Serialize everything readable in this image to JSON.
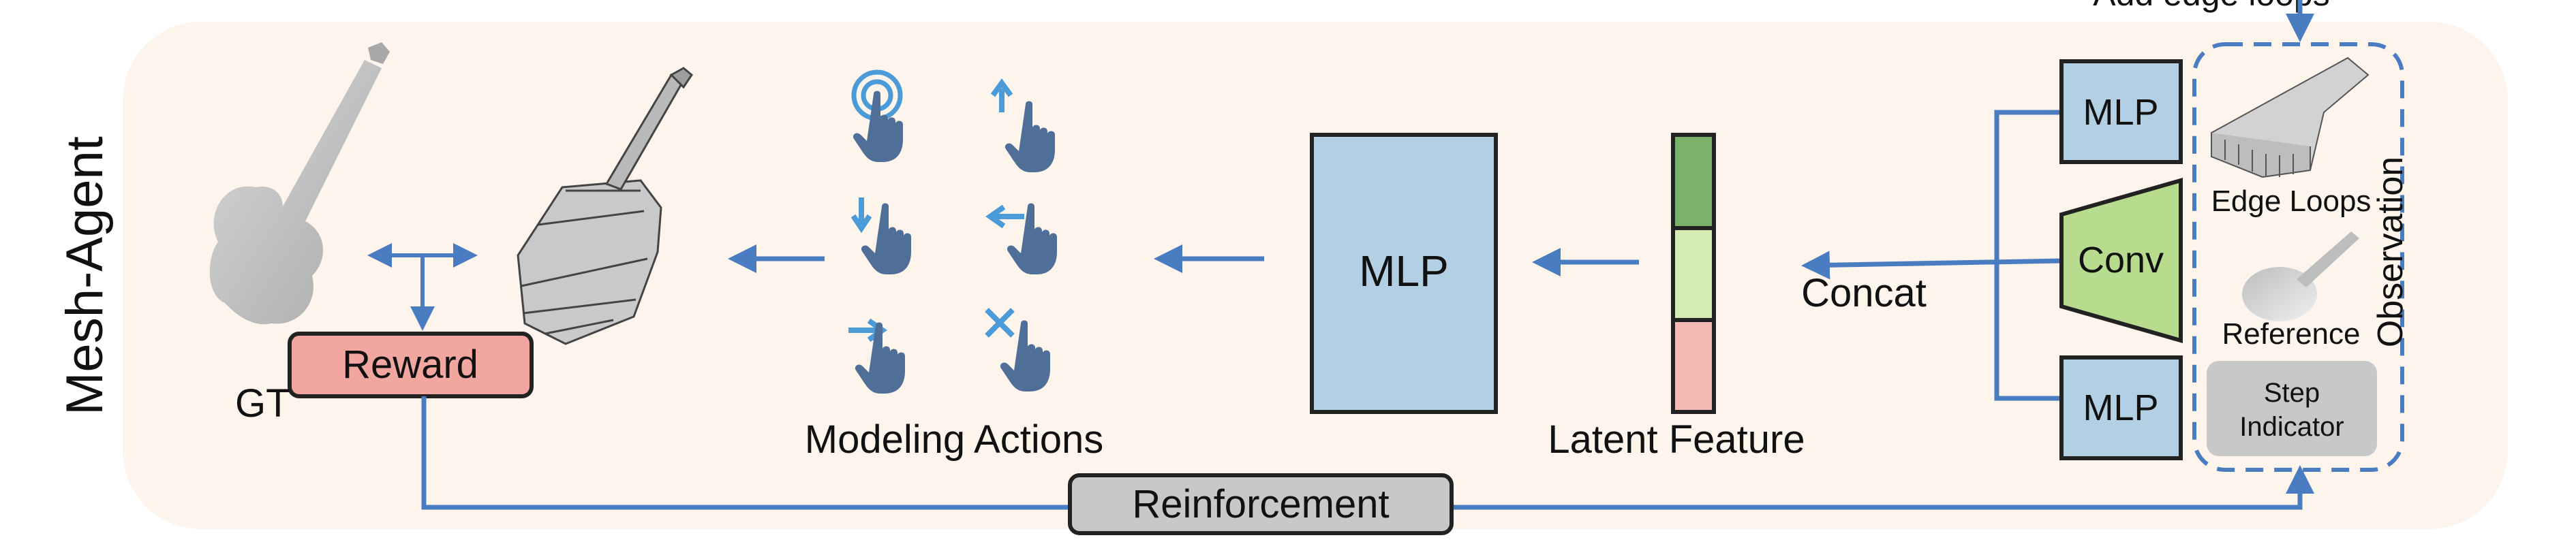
{
  "panel": {
    "title": "Mesh-Agent",
    "background": "#fdf4ec"
  },
  "top_label": "Add edge loops",
  "labels": {
    "gt": "GT",
    "reward": "Reward",
    "reinforcement": "Reinforcement",
    "modeling_actions": "Modeling Actions",
    "mlp_main": "MLP",
    "latent_feature": "Latent Feature",
    "concat": "Concat",
    "mlp_top": "MLP",
    "conv": "Conv",
    "mlp_bottom": "MLP"
  },
  "observation": {
    "title": "Observation",
    "edge_loops": "Edge Loops",
    "reference": "Reference",
    "step_indicator_line1": "Step",
    "step_indicator_line2": "Indicator"
  },
  "actions": [
    {
      "name": "select-action",
      "icon": "hand-pointer-ripple-icon"
    },
    {
      "name": "move-up-action",
      "icon": "hand-pointer-up-arrow-icon"
    },
    {
      "name": "move-down-action",
      "icon": "hand-pointer-down-arrow-icon"
    },
    {
      "name": "move-left-action",
      "icon": "hand-pointer-left-arrow-icon"
    },
    {
      "name": "move-right-action",
      "icon": "hand-pointer-right-arrow-icon"
    },
    {
      "name": "delete-action",
      "icon": "hand-pointer-cross-icon"
    }
  ],
  "colors": {
    "arrow": "#4a7cc1",
    "mlp_fill": "#b3cfe3",
    "conv_fill": "#b7dc8e",
    "reward_fill": "#f2a6a0",
    "reinforcement_fill": "#c8c8c8",
    "step_fill": "#c8c8c8",
    "latent_top": "#7ab26a",
    "latent_mid": "#d4ecb3",
    "latent_bottom": "#f4b9b4",
    "hand": "#4f6f99",
    "hand_arrow": "#4a9bd8"
  }
}
